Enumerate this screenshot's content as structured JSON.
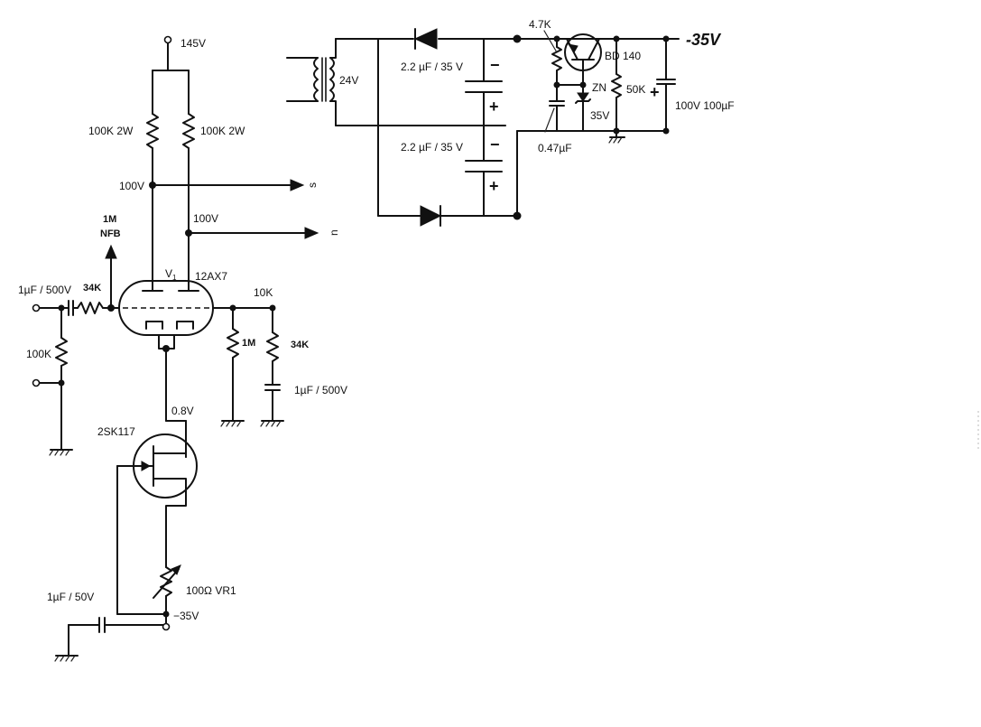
{
  "labels": {
    "supply_145v": "145V",
    "res_100k2w_left": "100K 2W",
    "res_100k2w_right": "100K 2W",
    "node_100v_left": "100V",
    "node_100v_right": "100V",
    "nfb_1m": "1M",
    "nfb": "NFB",
    "v1": "V",
    "v1_sub": "1",
    "tube_12ax7": "12AX7",
    "cap_1uf_500v_in": "1µF / 500V",
    "res_34k_in": "34K",
    "res_100k": "100K",
    "res_10k": "10K",
    "res_1m": "1M",
    "res_34k_out": "34K",
    "cap_1uf_500v_out": "1µF / 500V",
    "node_0_8v": "0.8V",
    "fet_2sk117": "2SK117",
    "vr1": "100Ω  VR1",
    "cap_1uf_50v": "1µF / 50V",
    "node_neg35v": "−35V",
    "trafo_24v": "24V",
    "cap_22uf_35v_top": "2.2 µF / 35 V",
    "cap_22uf_35v_bot": "2.2 µF / 35 V",
    "minus_top": "−",
    "plus_top": "+",
    "minus_bot": "−",
    "plus_bot": "+",
    "res_4_7k": "4.7K",
    "bd140": "BD 140",
    "zn": "ZN",
    "zn_35v": "35V",
    "res_50k": "50K",
    "plus_out": "+",
    "cap_047uf": "0.47µF",
    "cap_100v_100uf": "100V 100µF",
    "out_neg35v": "-35V",
    "arrow_s": "s",
    "arrow_n": "n"
  }
}
